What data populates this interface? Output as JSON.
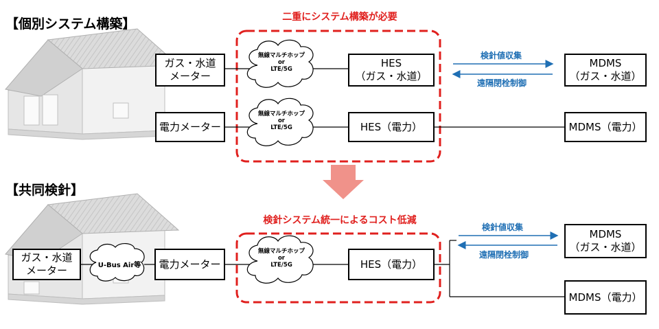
{
  "section1": {
    "title": "【個別システム構築】",
    "note": "二重にシステム構築が必要",
    "meter_gas": "ガス・水道\nメーター",
    "meter_power": "電力メーター",
    "network_label": "無線マルチホップ\nor\nLTE/5G",
    "hes_gas": "HES\n（ガス・水道）",
    "hes_power": "HES（電力）",
    "mdms_gas": "MDMS\n（ガス・水道）",
    "mdms_power": "MDMS（電力）",
    "arrow_collect": "検針値収集",
    "arrow_control": "遠隔閉栓制御"
  },
  "section2": {
    "title": "【共同検針】",
    "note": "検針システム統一によるコスト低減",
    "meter_gas": "ガス・水道\nメーター",
    "ubus_label": "U-Bus Air等",
    "meter_power": "電力メーター",
    "network_label": "無線マルチホップ\nor\nLTE/5G",
    "hes_power": "HES（電力）",
    "mdms_gas": "MDMS\n（ガス・水道）",
    "mdms_power": "MDMS（電力）",
    "arrow_collect": "検針値収集",
    "arrow_control": "遠隔閉栓制御"
  },
  "colors": {
    "red": "#e0201e",
    "blue": "#1f6fb4",
    "transition_arrow": "#f0928a",
    "house_fill": "#e8e8e8",
    "roof_fill": "#d9d9d9"
  }
}
